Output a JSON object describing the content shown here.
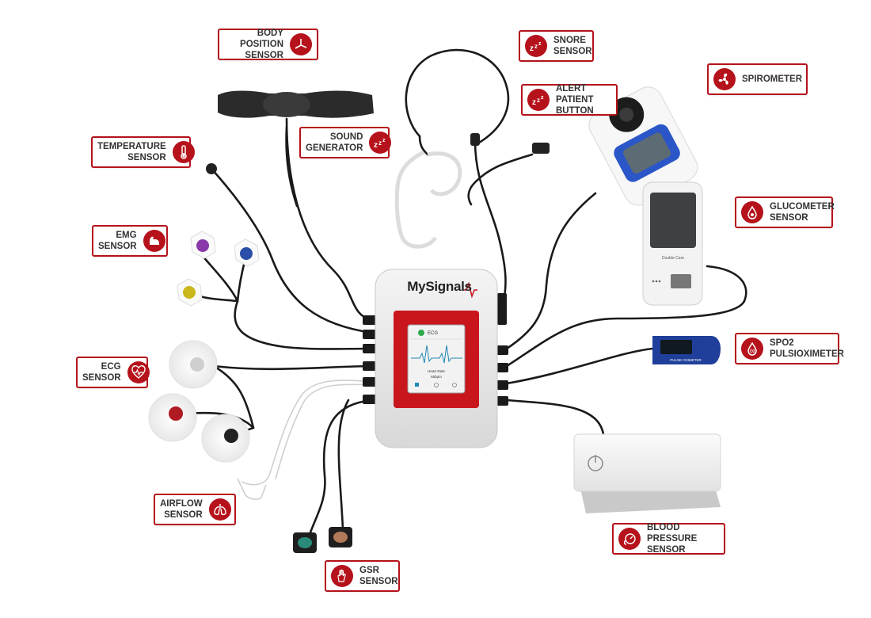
{
  "device": {
    "brand": "MySignals",
    "screen_title": "ECG",
    "screen_subtitle": "Heart Rate",
    "screen_value": "65bpm"
  },
  "labels": {
    "body_position": [
      "BODY POSITION",
      "SENSOR"
    ],
    "snore": [
      "SNORE",
      "SENSOR"
    ],
    "alert": [
      "ALERT PATIENT",
      "BUTTON"
    ],
    "spirometer": [
      "SPIROMETER"
    ],
    "temperature": [
      "TEMPERATURE",
      "SENSOR"
    ],
    "sound": [
      "SOUND",
      "GENERATOR"
    ],
    "glucometer": [
      "GLUCOMETER",
      "SENSOR"
    ],
    "emg": [
      "EMG",
      "SENSOR"
    ],
    "spo2": [
      "SPO2",
      "PULSIOXIMETER"
    ],
    "ecg": [
      "ECG",
      "SENSOR"
    ],
    "airflow": [
      "AIRFLOW",
      "SENSOR"
    ],
    "blood_pressure": [
      "BLOOD PRESSURE",
      "SENSOR"
    ],
    "gsr": [
      "GSR",
      "SENSOR"
    ]
  },
  "products": {
    "glucometer_brand": "Double Care",
    "oximeter_brand": "PULSE OXIMETER"
  },
  "icons": {
    "body_position": "axes-icon",
    "snore": "zzz-icon",
    "alert": "zzz-icon",
    "spirometer": "fan-icon",
    "temperature": "thermometer-icon",
    "sound": "zzz-icon",
    "glucometer": "blood-drop-icon",
    "emg": "arm-muscle-icon",
    "spo2": "o2-drop-icon",
    "ecg": "heart-ecg-icon",
    "airflow": "lungs-icon",
    "blood_pressure": "gauge-icon",
    "gsr": "hand-icon"
  },
  "colors": {
    "accent": "#b5121b",
    "device_body": "#e6e6e6",
    "screen_frame": "#c9161d",
    "cable": "#1a1a1a"
  }
}
